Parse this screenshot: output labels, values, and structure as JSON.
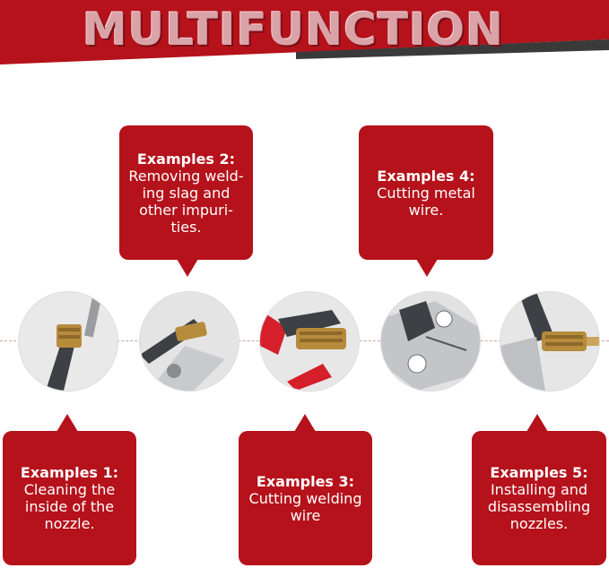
{
  "banner": {
    "title": "MULTIFUNCTION",
    "colors": {
      "red": "#b5121b",
      "dark": "#3a3a3a"
    }
  },
  "examples": [
    {
      "heading": "Examples 1:",
      "lines": [
        "Cleaning the",
        "inside of the",
        "nozzle."
      ]
    },
    {
      "heading": "Examples 2:",
      "lines": [
        "Removing weld-",
        "ing slag and",
        "other impuri-",
        "ties."
      ]
    },
    {
      "heading": "Examples 3:",
      "lines": [
        "Cutting welding",
        "wire"
      ]
    },
    {
      "heading": "Examples 4:",
      "lines": [
        "Cutting metal",
        "wire."
      ]
    },
    {
      "heading": "Examples 5:",
      "lines": [
        "Installing and",
        "disassembling",
        "nozzles."
      ]
    }
  ],
  "photos": [
    {
      "icon": "nozzle-cleaning-photo-icon"
    },
    {
      "icon": "slag-removal-photo-icon"
    },
    {
      "icon": "wire-cutting-photo-icon"
    },
    {
      "icon": "metal-wire-cutting-photo-icon"
    },
    {
      "icon": "nozzle-install-photo-icon"
    }
  ]
}
